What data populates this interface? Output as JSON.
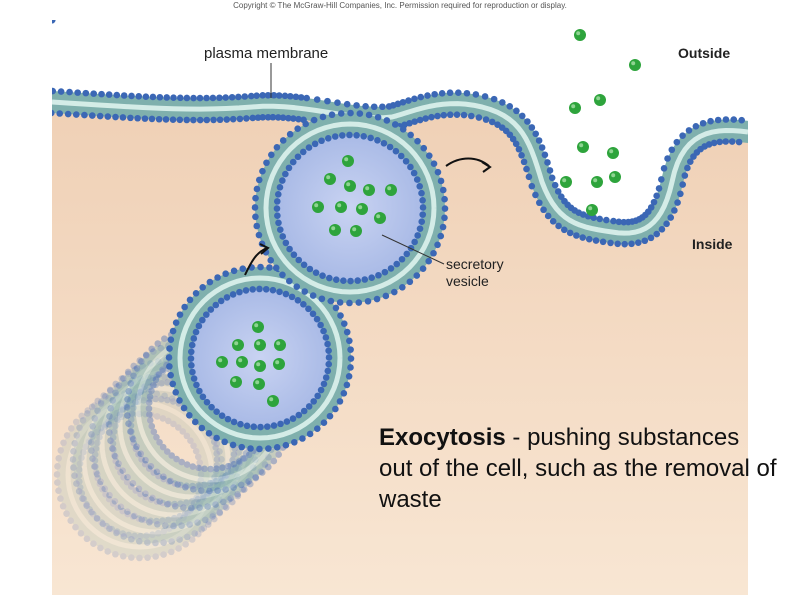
{
  "copyright": "Copyright © The McGraw-Hill Companies, Inc. Permission required for reproduction or display.",
  "labels": {
    "plasma_membrane": "plasma membrane",
    "outside": "Outside",
    "inside": "Inside",
    "secretory_line1": "secretory",
    "secretory_line2": "vesicle"
  },
  "caption": {
    "term": "Exocytosis",
    "definition": " - pushing substances out of the cell, such as the removal of waste"
  },
  "colors": {
    "cytoplasm": "#f5d9bf",
    "membrane_head": "#3b67b5",
    "membrane_tail": "#7fb0ad",
    "vesicle_fill": "#b8c7ea",
    "molecule": "#2ea43c"
  }
}
